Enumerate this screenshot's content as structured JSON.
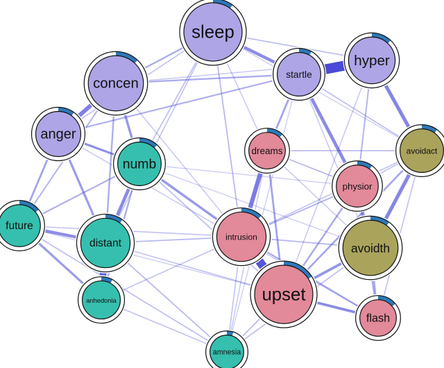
{
  "colors": {
    "edge": "#4a4ad8",
    "ring": "#2f78b8",
    "outline": "#111111",
    "halo": "#ffffff"
  },
  "groups": {
    "arousal": "#ada5e6",
    "numbing": "#36bfae",
    "intrusion": "#e2899a",
    "avoidance": "#aaa35c"
  },
  "nodes": [
    {
      "id": "sleep",
      "label": "sleep",
      "group": "arousal",
      "size": 1.0,
      "ring": 0.1
    },
    {
      "id": "startle",
      "label": "startle",
      "group": "arousal",
      "size": 0.62,
      "ring": 0.08
    },
    {
      "id": "hyper",
      "label": "hyper",
      "group": "arousal",
      "size": 0.7,
      "ring": 0.12
    },
    {
      "id": "concen",
      "label": "concen",
      "group": "arousal",
      "size": 0.92,
      "ring": 0.12
    },
    {
      "id": "anger",
      "label": "anger",
      "group": "arousal",
      "size": 0.66,
      "ring": 0.1
    },
    {
      "id": "numb",
      "label": "numb",
      "group": "numbing",
      "size": 0.62,
      "ring": 0.12
    },
    {
      "id": "future",
      "label": "future",
      "group": "numbing",
      "size": 0.58,
      "ring": 0.14
    },
    {
      "id": "distant",
      "label": "distant",
      "group": "numbing",
      "size": 0.77,
      "ring": 0.1
    },
    {
      "id": "anhedonia",
      "label": "anhedonia",
      "group": "numbing",
      "size": 0.48,
      "ring": 0.08
    },
    {
      "id": "amnesia",
      "label": "amnesia",
      "group": "numbing",
      "size": 0.37,
      "ring": 0.05
    },
    {
      "id": "dreams",
      "label": "dreams",
      "group": "intrusion",
      "size": 0.44,
      "ring": 0.12
    },
    {
      "id": "physior",
      "label": "physior",
      "group": "intrusion",
      "size": 0.58,
      "ring": 0.1
    },
    {
      "id": "intrusion",
      "label": "intrusion",
      "group": "intrusion",
      "size": 0.77,
      "ring": 0.12
    },
    {
      "id": "upset",
      "label": "upset",
      "group": "intrusion",
      "size": 1.0,
      "ring": 0.16
    },
    {
      "id": "flash",
      "label": "flash",
      "group": "intrusion",
      "size": 0.44,
      "ring": 0.14
    },
    {
      "id": "avoidact",
      "label": "avoidact",
      "group": "avoidance",
      "size": 0.62,
      "ring": 0.1
    },
    {
      "id": "avoidth",
      "label": "avoidth",
      "group": "avoidance",
      "size": 0.92,
      "ring": 0.1
    }
  ],
  "edges": [
    {
      "from": "startle",
      "to": "hyper",
      "weight": 1.0
    },
    {
      "from": "intrusion",
      "to": "upset",
      "weight": 0.92
    },
    {
      "from": "distant",
      "to": "anhedonia",
      "weight": 0.8
    },
    {
      "from": "concen",
      "to": "anger",
      "weight": 0.6
    },
    {
      "from": "dreams",
      "to": "intrusion",
      "weight": 0.62
    },
    {
      "from": "hyper",
      "to": "avoidact",
      "weight": 0.55
    },
    {
      "from": "avoidact",
      "to": "avoidth",
      "weight": 0.55
    },
    {
      "from": "startle",
      "to": "physior",
      "weight": 0.52
    },
    {
      "from": "sleep",
      "to": "startle",
      "weight": 0.5
    },
    {
      "from": "future",
      "to": "distant",
      "weight": 0.5
    },
    {
      "from": "numb",
      "to": "distant",
      "weight": 0.52
    },
    {
      "from": "physior",
      "to": "avoidth",
      "weight": 0.45
    },
    {
      "from": "upset",
      "to": "avoidth",
      "weight": 0.45
    },
    {
      "from": "upset",
      "to": "flash",
      "weight": 0.45
    },
    {
      "from": "numb",
      "to": "intrusion",
      "weight": 0.42
    },
    {
      "from": "concen",
      "to": "numb",
      "weight": 0.42
    },
    {
      "from": "anger",
      "to": "numb",
      "weight": 0.4
    },
    {
      "from": "anger",
      "to": "distant",
      "weight": 0.4
    },
    {
      "from": "future",
      "to": "anhedonia",
      "weight": 0.4
    },
    {
      "from": "anger",
      "to": "future",
      "weight": 0.35
    },
    {
      "from": "startle",
      "to": "dreams",
      "weight": 0.35
    },
    {
      "from": "dreams",
      "to": "upset",
      "weight": 0.35
    },
    {
      "from": "intrusion",
      "to": "flash",
      "weight": 0.3
    },
    {
      "from": "physior",
      "to": "upset",
      "weight": 0.32
    },
    {
      "from": "physior",
      "to": "flash",
      "weight": 0.3
    },
    {
      "from": "avoidact",
      "to": "upset",
      "weight": 0.34
    },
    {
      "from": "avoidth",
      "to": "flash",
      "weight": 0.32
    },
    {
      "from": "sleep",
      "to": "concen",
      "weight": 0.3
    },
    {
      "from": "concen",
      "to": "startle",
      "weight": 0.3
    },
    {
      "from": "anger",
      "to": "startle",
      "weight": 0.28
    },
    {
      "from": "concen",
      "to": "distant",
      "weight": 0.3
    },
    {
      "from": "numb",
      "to": "future",
      "weight": 0.28
    },
    {
      "from": "numb",
      "to": "anhedonia",
      "weight": 0.3
    },
    {
      "from": "distant",
      "to": "amnesia",
      "weight": 0.22
    },
    {
      "from": "anhedonia",
      "to": "amnesia",
      "weight": 0.18
    },
    {
      "from": "amnesia",
      "to": "upset",
      "weight": 0.22
    },
    {
      "from": "amnesia",
      "to": "avoidth",
      "weight": 0.2
    },
    {
      "from": "amnesia",
      "to": "intrusion",
      "weight": 0.18
    },
    {
      "from": "sleep",
      "to": "intrusion",
      "weight": 0.22
    },
    {
      "from": "sleep",
      "to": "numb",
      "weight": 0.2
    },
    {
      "from": "sleep",
      "to": "anger",
      "weight": 0.18
    },
    {
      "from": "sleep",
      "to": "distant",
      "weight": 0.18
    },
    {
      "from": "sleep",
      "to": "hyper",
      "weight": 0.2
    },
    {
      "from": "hyper",
      "to": "physior",
      "weight": 0.25
    },
    {
      "from": "startle",
      "to": "avoidact",
      "weight": 0.2
    },
    {
      "from": "dreams",
      "to": "physior",
      "weight": 0.22
    },
    {
      "from": "dreams",
      "to": "avoidact",
      "weight": 0.2
    },
    {
      "from": "physior",
      "to": "intrusion",
      "weight": 0.25
    },
    {
      "from": "avoidth",
      "to": "intrusion",
      "weight": 0.22
    },
    {
      "from": "avoidact",
      "to": "intrusion",
      "weight": 0.18
    },
    {
      "from": "distant",
      "to": "intrusion",
      "weight": 0.22
    },
    {
      "from": "future",
      "to": "intrusion",
      "weight": 0.18
    },
    {
      "from": "future",
      "to": "amnesia",
      "weight": 0.2
    },
    {
      "from": "anhedonia",
      "to": "intrusion",
      "weight": 0.18
    },
    {
      "from": "concen",
      "to": "future",
      "weight": 0.25
    },
    {
      "from": "numb",
      "to": "upset",
      "weight": 0.2
    },
    {
      "from": "anger",
      "to": "flash",
      "weight": 0.15
    },
    {
      "from": "distant",
      "to": "upset",
      "weight": 0.18
    },
    {
      "from": "avoidact",
      "to": "flash",
      "weight": 0.18
    },
    {
      "from": "startle",
      "to": "avoidth",
      "weight": 0.15
    },
    {
      "from": "dreams",
      "to": "avoidth",
      "weight": 0.15
    },
    {
      "from": "dreams",
      "to": "amnesia",
      "weight": 0.15
    },
    {
      "from": "hyper",
      "to": "upset",
      "weight": 0.15
    },
    {
      "from": "startle",
      "to": "amnesia",
      "weight": 0.12
    },
    {
      "from": "concen",
      "to": "intrusion",
      "weight": 0.15
    },
    {
      "from": "anger",
      "to": "avoidth",
      "weight": 0.12
    },
    {
      "from": "future",
      "to": "flash",
      "weight": 0.12
    },
    {
      "from": "sleep",
      "to": "avoidact",
      "weight": 0.12
    },
    {
      "from": "sleep",
      "to": "dreams",
      "weight": 0.15
    },
    {
      "from": "hyper",
      "to": "concen",
      "weight": 0.15
    },
    {
      "from": "numb",
      "to": "physior",
      "weight": 0.12
    },
    {
      "from": "physior",
      "to": "avoidact",
      "weight": 0.18
    }
  ]
}
